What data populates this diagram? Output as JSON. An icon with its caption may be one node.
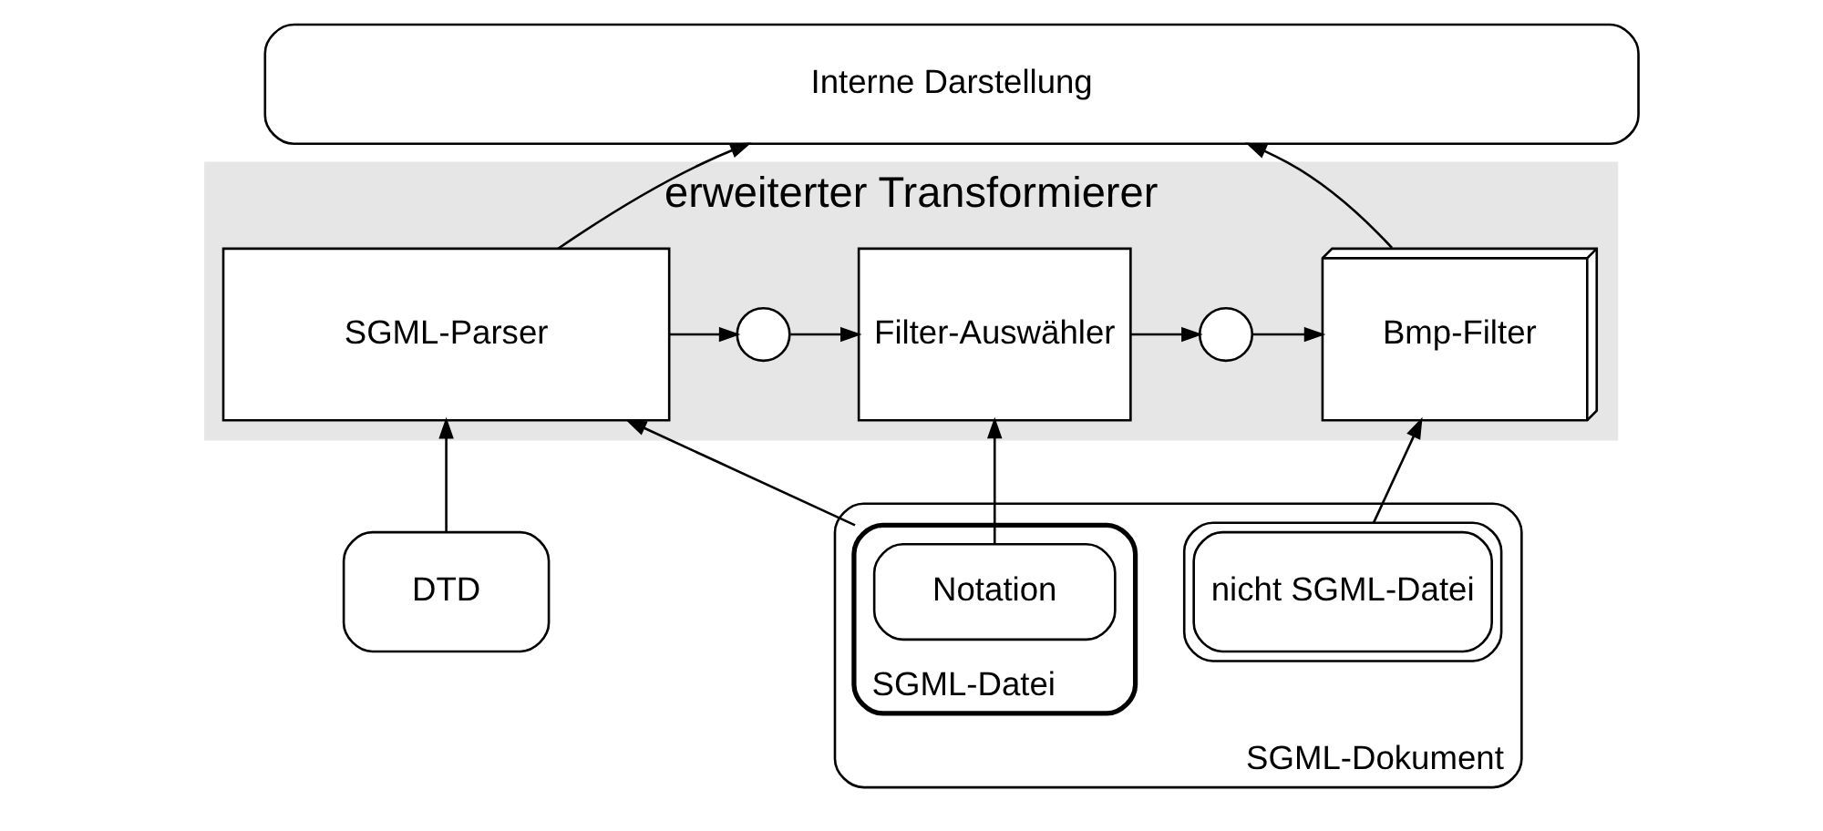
{
  "diagram": {
    "nodes": [
      {
        "text": [
          "Interne Darstellung"
        ]
      },
      {
        "text": [
          "erweiterter Transformierer"
        ]
      },
      {
        "text": [
          "SGML-Parser"
        ],
        "in": 1
      },
      {
        "text": [],
        "shape": "circle",
        "in": 1
      },
      {
        "text": [
          "Filter-Auswähler"
        ],
        "in": 1
      },
      {
        "text": [],
        "shape": "circle",
        "in": 1
      },
      {
        "text": [
          "Bmp-Filter"
        ],
        "in": 1
      },
      {
        "text": [
          "DTD"
        ]
      },
      {
        "text": [
          "SGML-Dokument"
        ]
      },
      {
        "text": [
          "SGML-Datei"
        ],
        "in": 8
      },
      {
        "text": [
          "Notation"
        ],
        "in": 9
      },
      {
        "text": [
          "nicht SGML-Datei"
        ],
        "in": 8
      }
    ],
    "edges": [
      {
        "from": 2,
        "to": 0,
        "arrow": "to"
      },
      {
        "from": 6,
        "to": 0,
        "arrow": "to"
      },
      {
        "from": 2,
        "to": 3,
        "arrow": "to"
      },
      {
        "from": 3,
        "to": 4,
        "arrow": "to"
      },
      {
        "from": 4,
        "to": 5,
        "arrow": "to"
      },
      {
        "from": 5,
        "to": 6,
        "arrow": "to"
      },
      {
        "from": 7,
        "to": 2,
        "arrow": "to"
      },
      {
        "from": 9,
        "to": 2,
        "arrow": "to"
      },
      {
        "from": 10,
        "to": 4,
        "arrow": "to"
      },
      {
        "from": 11,
        "to": 6,
        "arrow": "to"
      }
    ]
  }
}
